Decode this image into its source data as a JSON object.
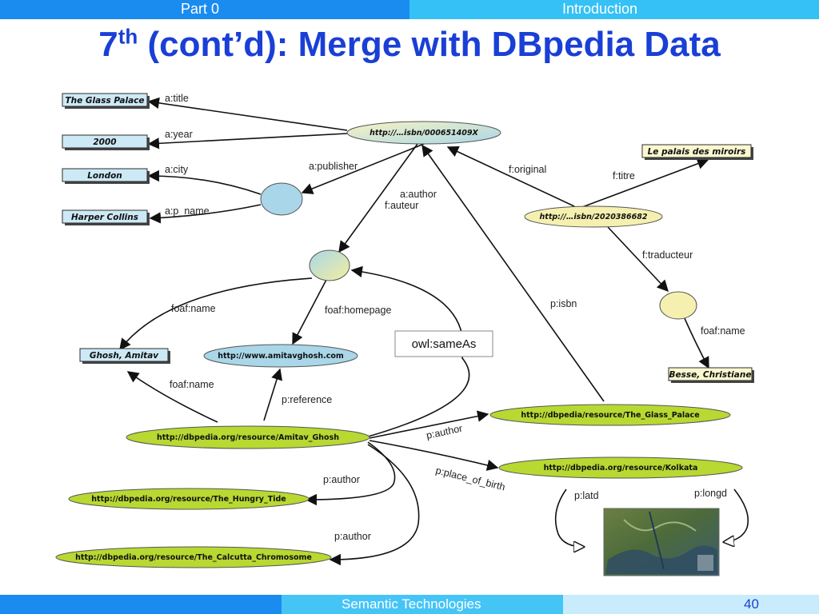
{
  "header": {
    "section_left": "Part 0",
    "section_right": "Introduction",
    "title_main": "7",
    "title_sup": "th",
    "title_rest": " (cont’d): Merge with DBpedia Data"
  },
  "diagram": {
    "literals": {
      "glass_palace": "The Glass Palace",
      "year_2000": "2000",
      "london": "London",
      "harper": "Harper Collins",
      "palais": "Le palais des miroirs",
      "ghosh_amitav": "Ghosh, Amitav",
      "besse": "Besse, Christiane"
    },
    "nodes": {
      "isbn_en": "http://…isbn/000651409X",
      "isbn_fr": "http://…isbn/2020386682",
      "homepage": "http://www.amitavghosh.com",
      "dbp_ghosh": "http://dbpedia.org/resource/Amitav_Ghosh",
      "dbp_glass": "http://dbpedia/resource/The_Glass_Palace",
      "dbp_kolkata": "http://dbpedia.org/resource/Kolkata",
      "dbp_tide": "http://dbpedia.org/resource/The_Hungry_Tide",
      "dbp_chromosome": "http://dbpedia.org/resource/The_Calcutta_Chromosome"
    },
    "edges": {
      "a_title": "a:title",
      "a_year": "a:year",
      "a_city": "a:city",
      "a_p_name": "a:p_name",
      "a_publisher": "a:publisher",
      "a_author": "a:author",
      "f_auteur": "f:auteur",
      "f_original": "f:original",
      "f_titre": "f:titre",
      "f_traducteur": "f:traducteur",
      "foaf_name_1": "foaf:name",
      "foaf_homepage": "foaf:homepage",
      "foaf_name_2": "foaf:name",
      "foaf_name_3": "foaf:name",
      "p_isbn": "p:isbn",
      "p_reference": "p:reference",
      "p_author_1": "p:author",
      "p_place_of_birth": "p:place_of_birth",
      "p_author_2": "p:author",
      "p_author_3": "p:author",
      "p_latd": "p:latd",
      "p_longd": "p:longd",
      "owl_sameas": "owl:sameAs"
    }
  },
  "footer": {
    "course": "Semantic Technologies",
    "page": "40"
  },
  "colors": {
    "blue_bar": "#1a8cf0",
    "light_blue_bar": "#35c1f5",
    "title_blue": "#1a3fd6",
    "literal_box": "#cde9f5",
    "dbpedia_green": "#b8d832"
  }
}
